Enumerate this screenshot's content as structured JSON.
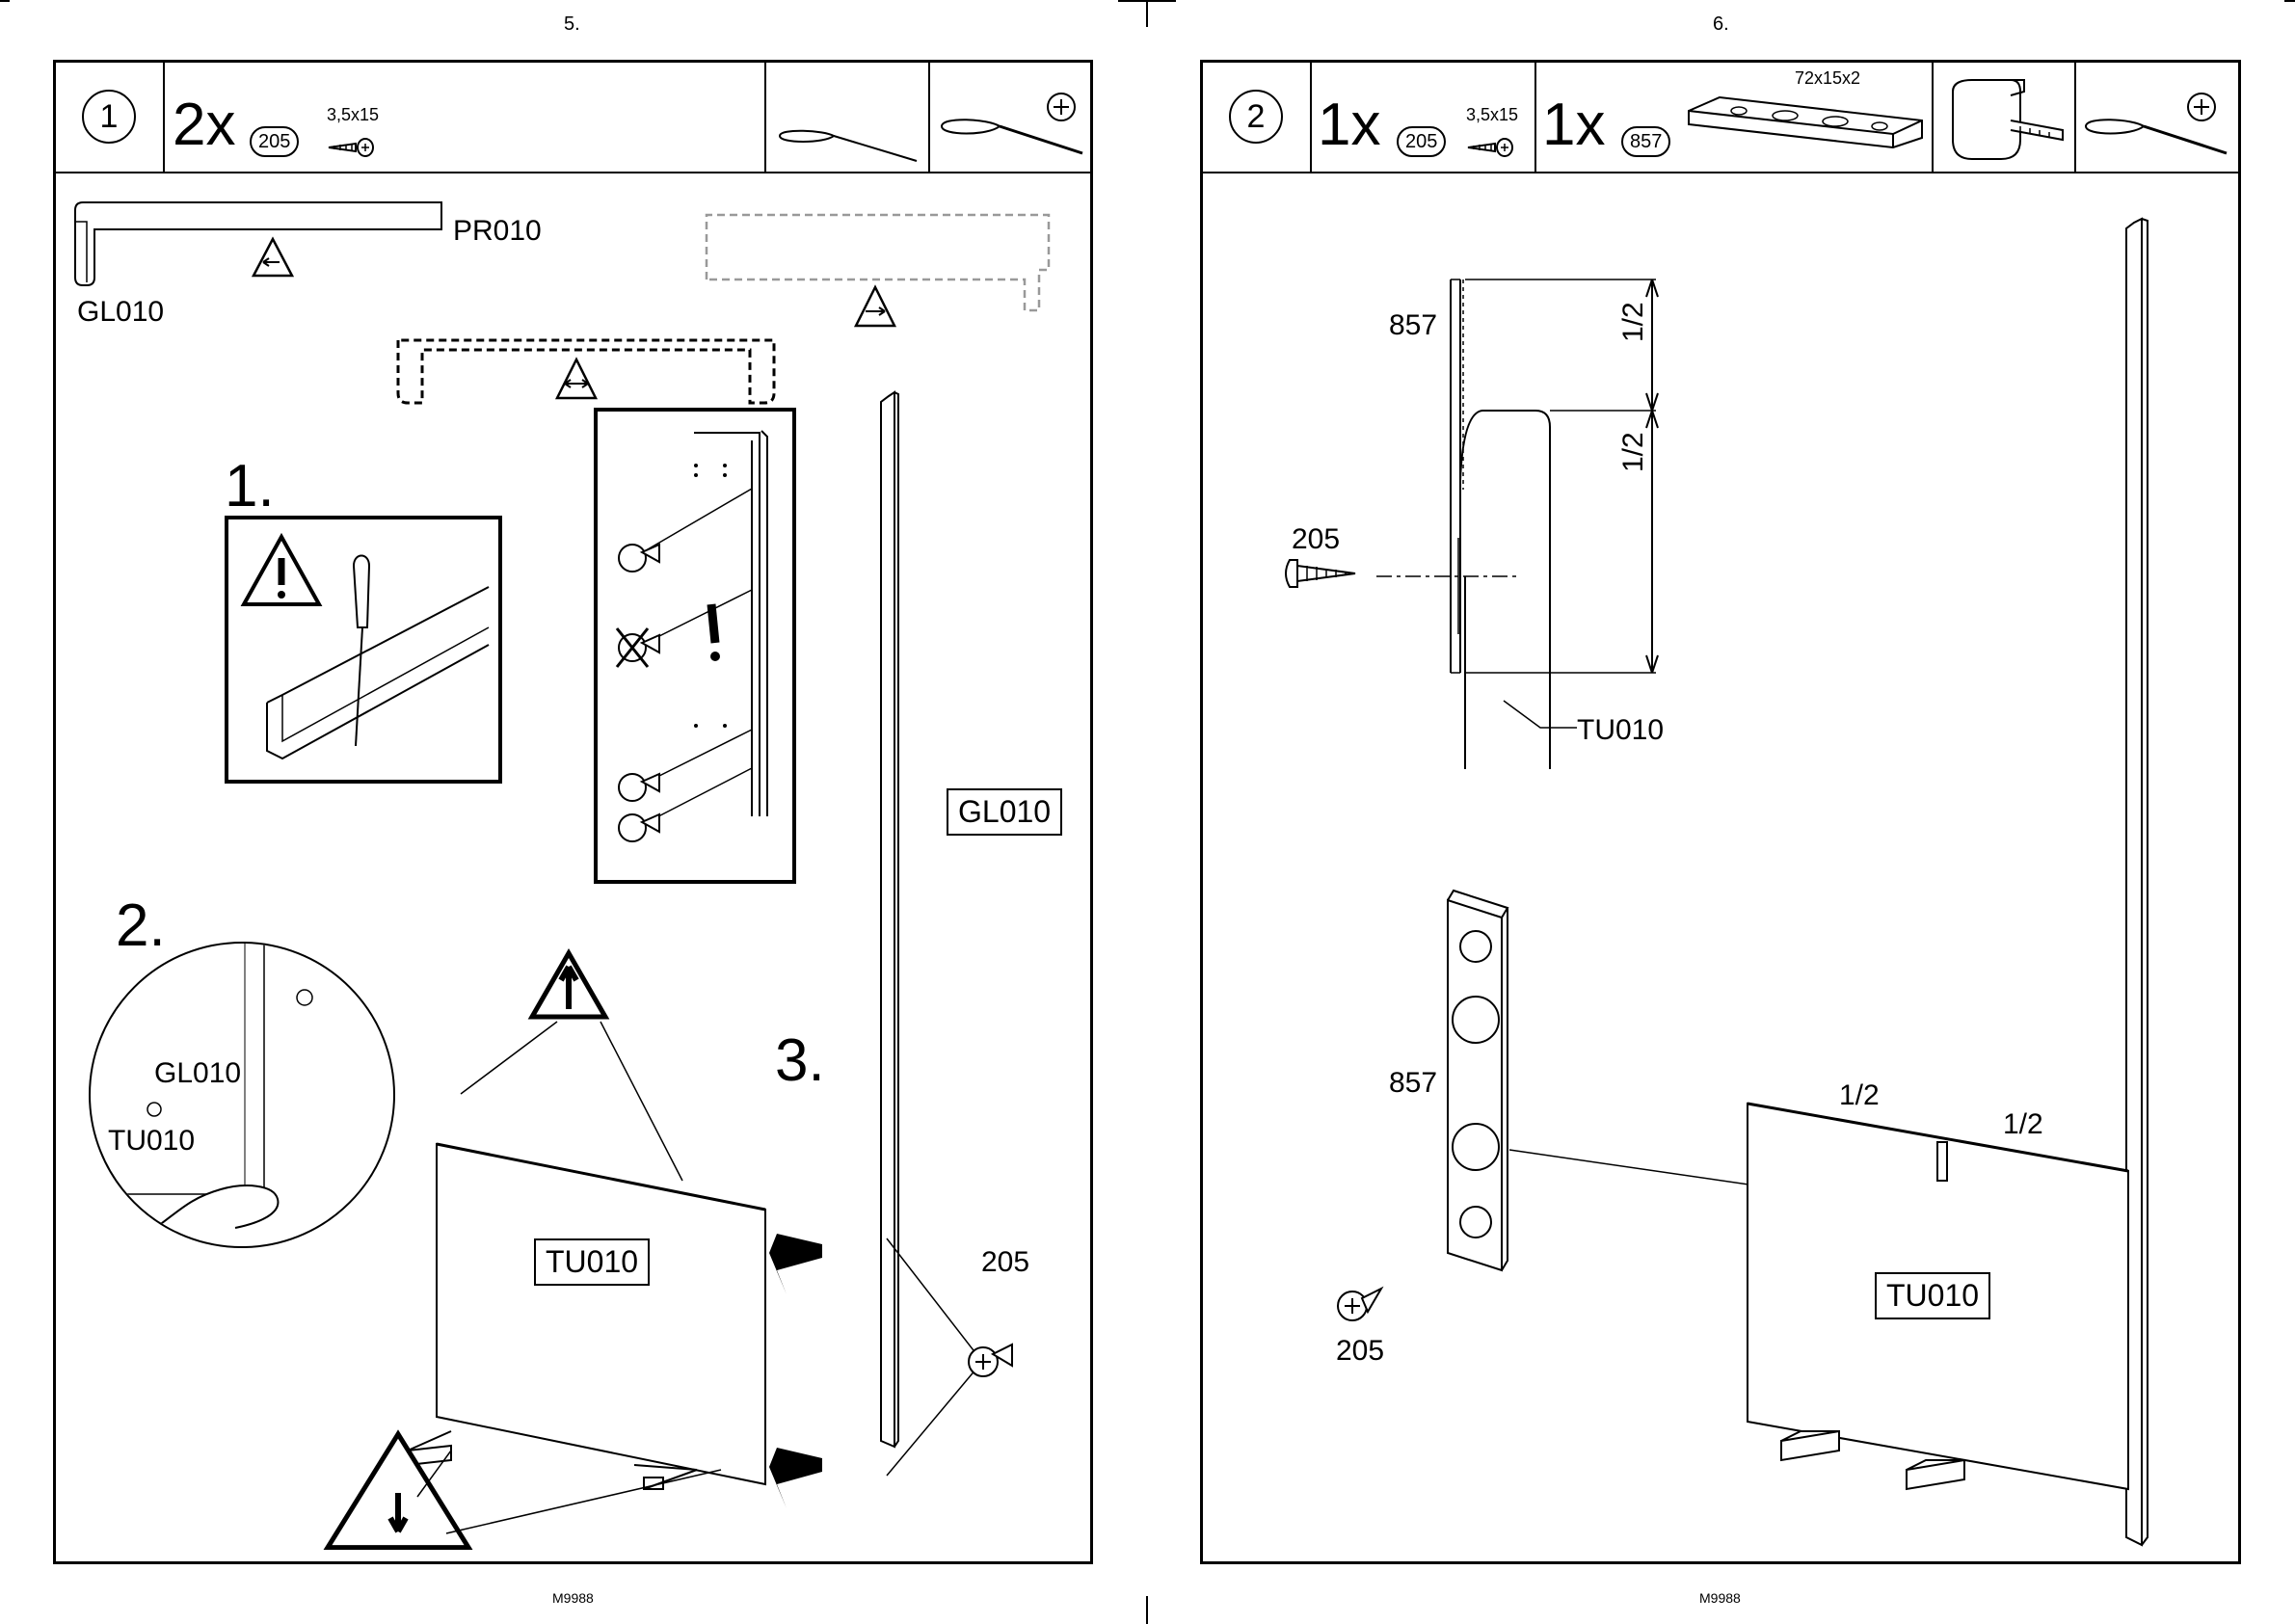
{
  "left_page": {
    "page_number": "5.",
    "footer": "M9988",
    "step_number": "1",
    "quantity": "2x",
    "part_ref": "205",
    "screw_size": "3,5x15",
    "labels": {
      "pr010": "PR010",
      "gl010_top": "GL010",
      "gl010_side": "GL010",
      "gl010_circle": "GL010",
      "tu010_circle": "TU010",
      "tu010_panel": "TU010",
      "screw_205": "205"
    },
    "substeps": {
      "one": "1.",
      "two": "2.",
      "three": "3."
    },
    "icons": [
      "screwdriver-icon",
      "phillips-screwdriver-icon",
      "warning-icon",
      "up-arrow-warning-icon",
      "down-arrow-warning-icon"
    ]
  },
  "right_page": {
    "page_number": "6.",
    "footer": "M9988",
    "step_number": "2",
    "quantity_1": "1x",
    "part_ref_1": "205",
    "screw_size": "3,5x15",
    "quantity_2": "1x",
    "part_ref_2": "857",
    "bracket_size": "72x15x2",
    "labels": {
      "part_857_top": "857",
      "half_top": "1/2",
      "half_bottom": "1/2",
      "screw_205_top": "205",
      "tu010_top": "TU010",
      "part_857_bottom": "857",
      "half_left": "1/2",
      "half_right": "1/2",
      "screw_205_bottom": "205",
      "tu010_panel": "TU010"
    },
    "icons": [
      "tape-measure-icon",
      "phillips-screwdriver-icon"
    ]
  }
}
